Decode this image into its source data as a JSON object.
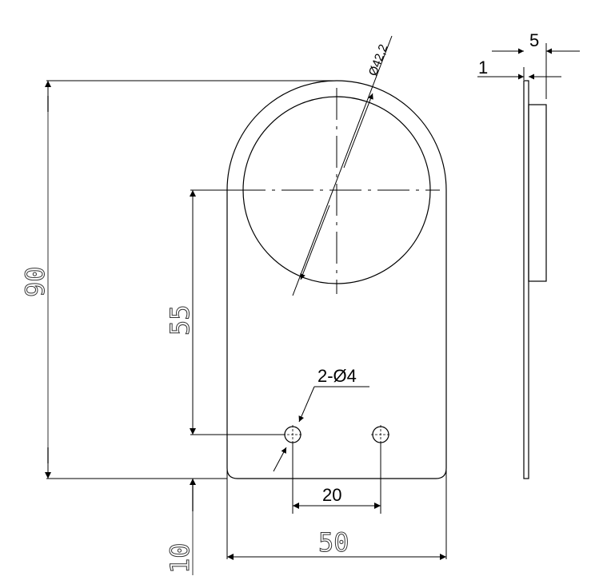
{
  "drawing": {
    "type": "technical-drawing",
    "subject": "mounting plate with circular boss",
    "colors": {
      "line": "#000000",
      "dim_line": "#555555",
      "background": "#ffffff"
    },
    "front_view": {
      "dimensions": {
        "overall_height": "90",
        "center_height": "55",
        "hole_offset_bottom": "10",
        "overall_width": "50",
        "hole_spacing": "20",
        "boss_diameter": "Ø42,2",
        "hole_callout": "2-Ø4"
      }
    },
    "side_view": {
      "dimensions": {
        "plate_thickness": "1",
        "total_thickness": "5"
      }
    }
  }
}
